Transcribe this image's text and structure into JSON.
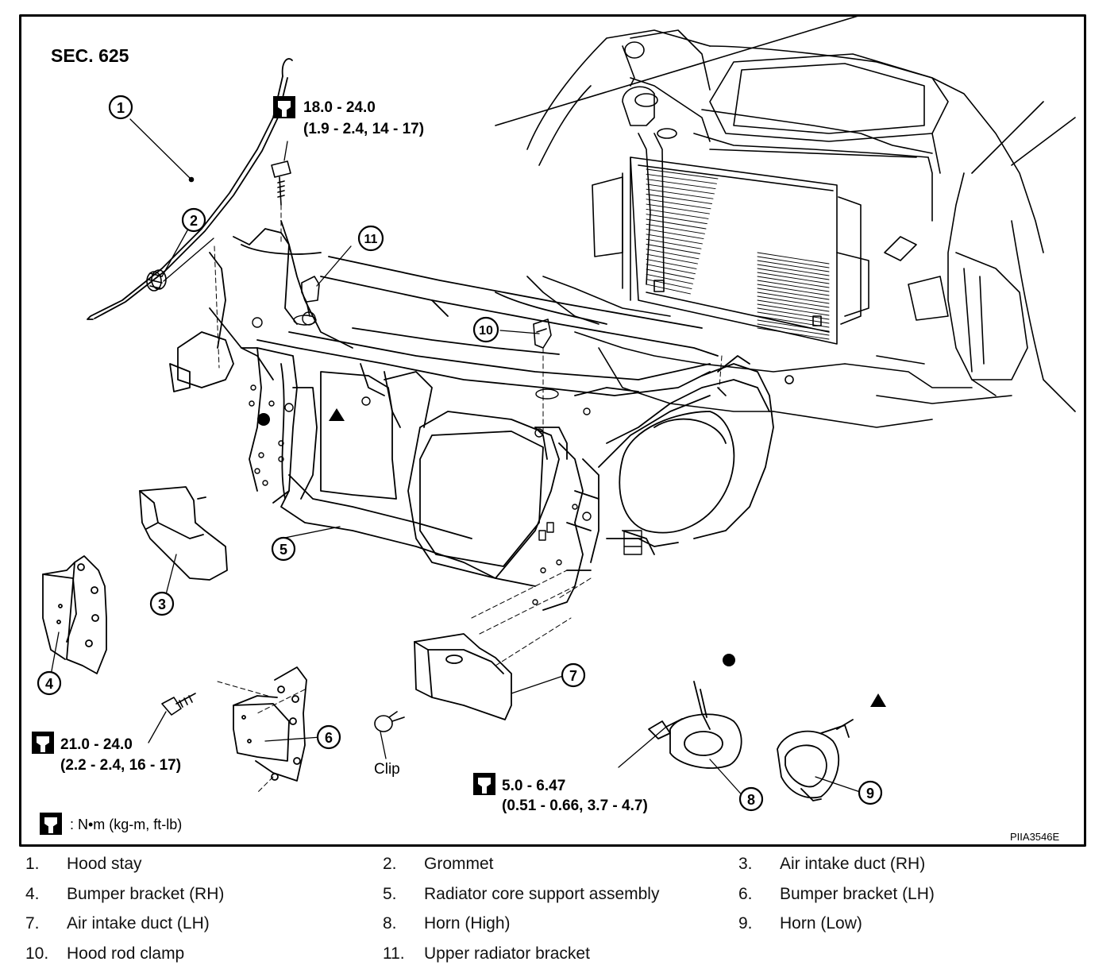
{
  "section_label": "SEC. 625",
  "figure_code": "PIIA3546E",
  "torque_specs": [
    {
      "nm": "18.0 - 24.0",
      "alt": "(1.9 - 2.4, 14 - 17)"
    },
    {
      "nm": "21.0 - 24.0",
      "alt": "(2.2 - 2.4, 16 - 17)"
    },
    {
      "nm": "5.0 - 6.47",
      "alt": "(0.51 - 0.66, 3.7 - 4.7)"
    }
  ],
  "units_note": ": N•m  (kg-m,  ft-lb)",
  "clip_label": "Clip",
  "callout_numbers": [
    "1",
    "2",
    "3",
    "4",
    "5",
    "6",
    "7",
    "8",
    "9",
    "10",
    "11"
  ],
  "legend": [
    {
      "num": "1.",
      "label": "Hood stay"
    },
    {
      "num": "2.",
      "label": "Grommet"
    },
    {
      "num": "3.",
      "label": "Air intake duct (RH)"
    },
    {
      "num": "4.",
      "label": "Bumper bracket (RH)"
    },
    {
      "num": "5.",
      "label": "Radiator core support assembly"
    },
    {
      "num": "6.",
      "label": "Bumper bracket (LH)"
    },
    {
      "num": "7.",
      "label": "Air intake duct (LH)"
    },
    {
      "num": "8.",
      "label": "Horn (High)"
    },
    {
      "num": "9.",
      "label": "Horn (Low)"
    },
    {
      "num": "10.",
      "label": "Hood rod clamp"
    },
    {
      "num": "11.",
      "label": "Upper radiator bracket"
    }
  ]
}
